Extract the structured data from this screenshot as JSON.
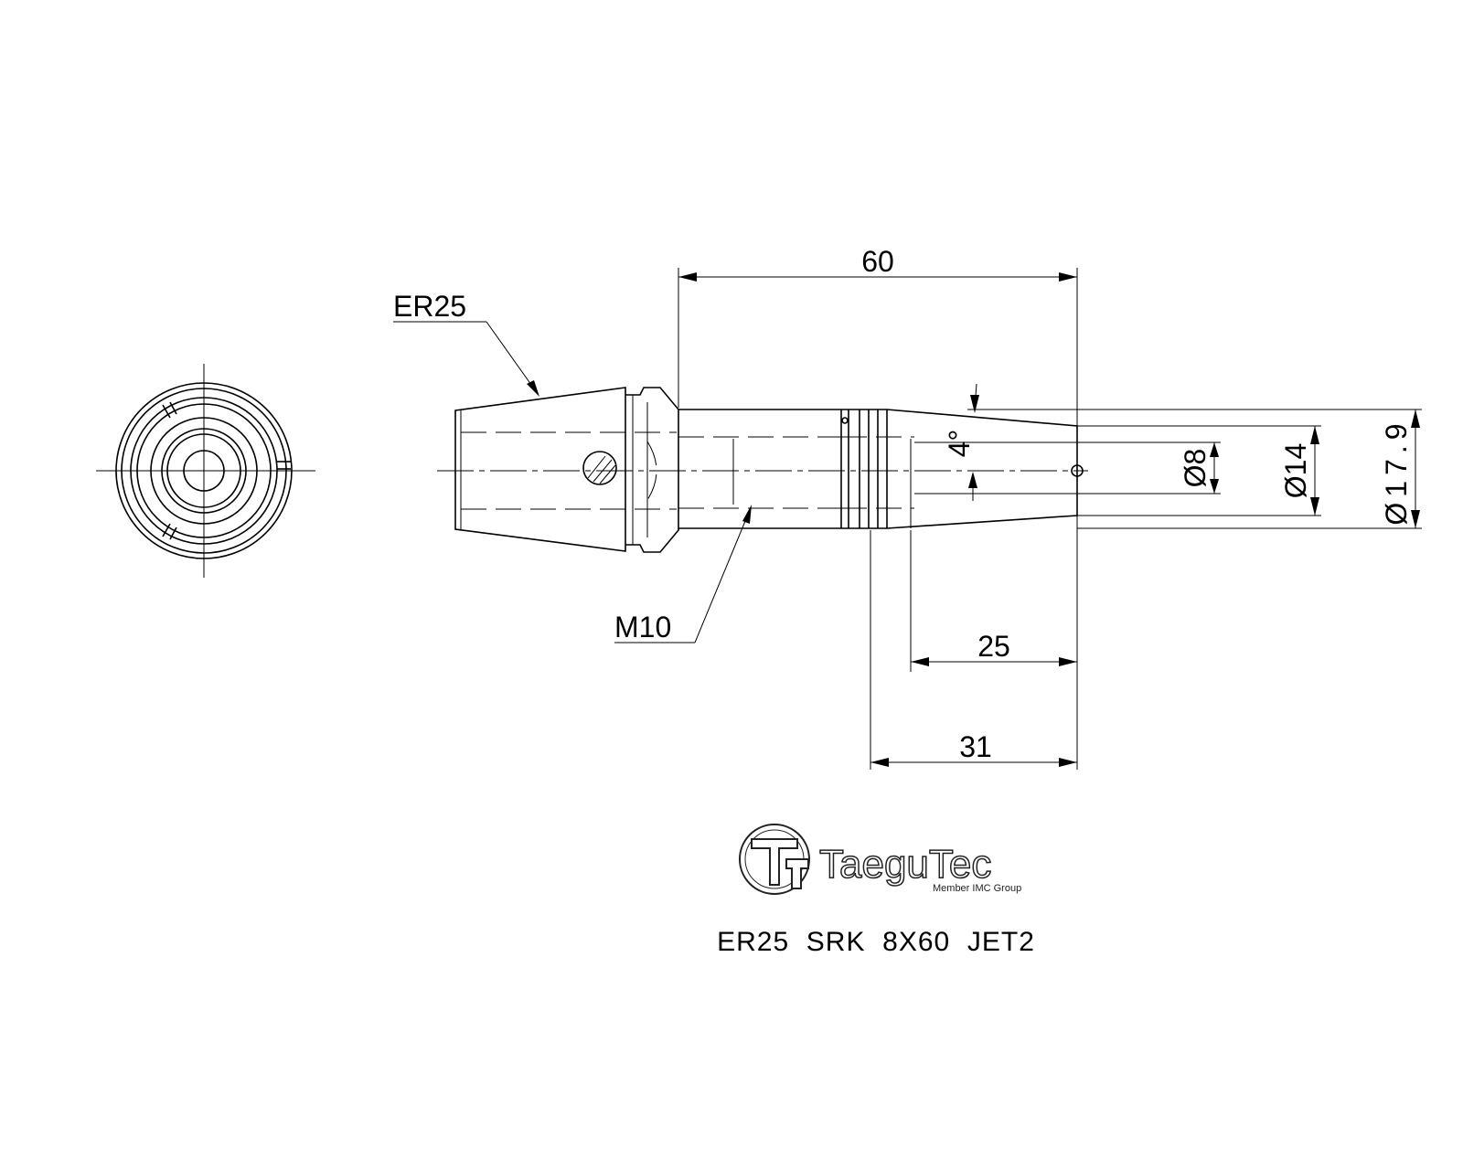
{
  "labels": {
    "collet": "ER25",
    "thread": "M10",
    "angle": "4°",
    "length_total": "60",
    "length_taper": "25",
    "length_grip": "31",
    "dia_bore": "Ø8",
    "dia_tip": "Ø14",
    "dia_max": "Ø17.9"
  },
  "logo": {
    "brand": "TaeguTec",
    "tagline": "Member IMC Group"
  },
  "part_number": "ER25  SRK  8X60  JET2"
}
